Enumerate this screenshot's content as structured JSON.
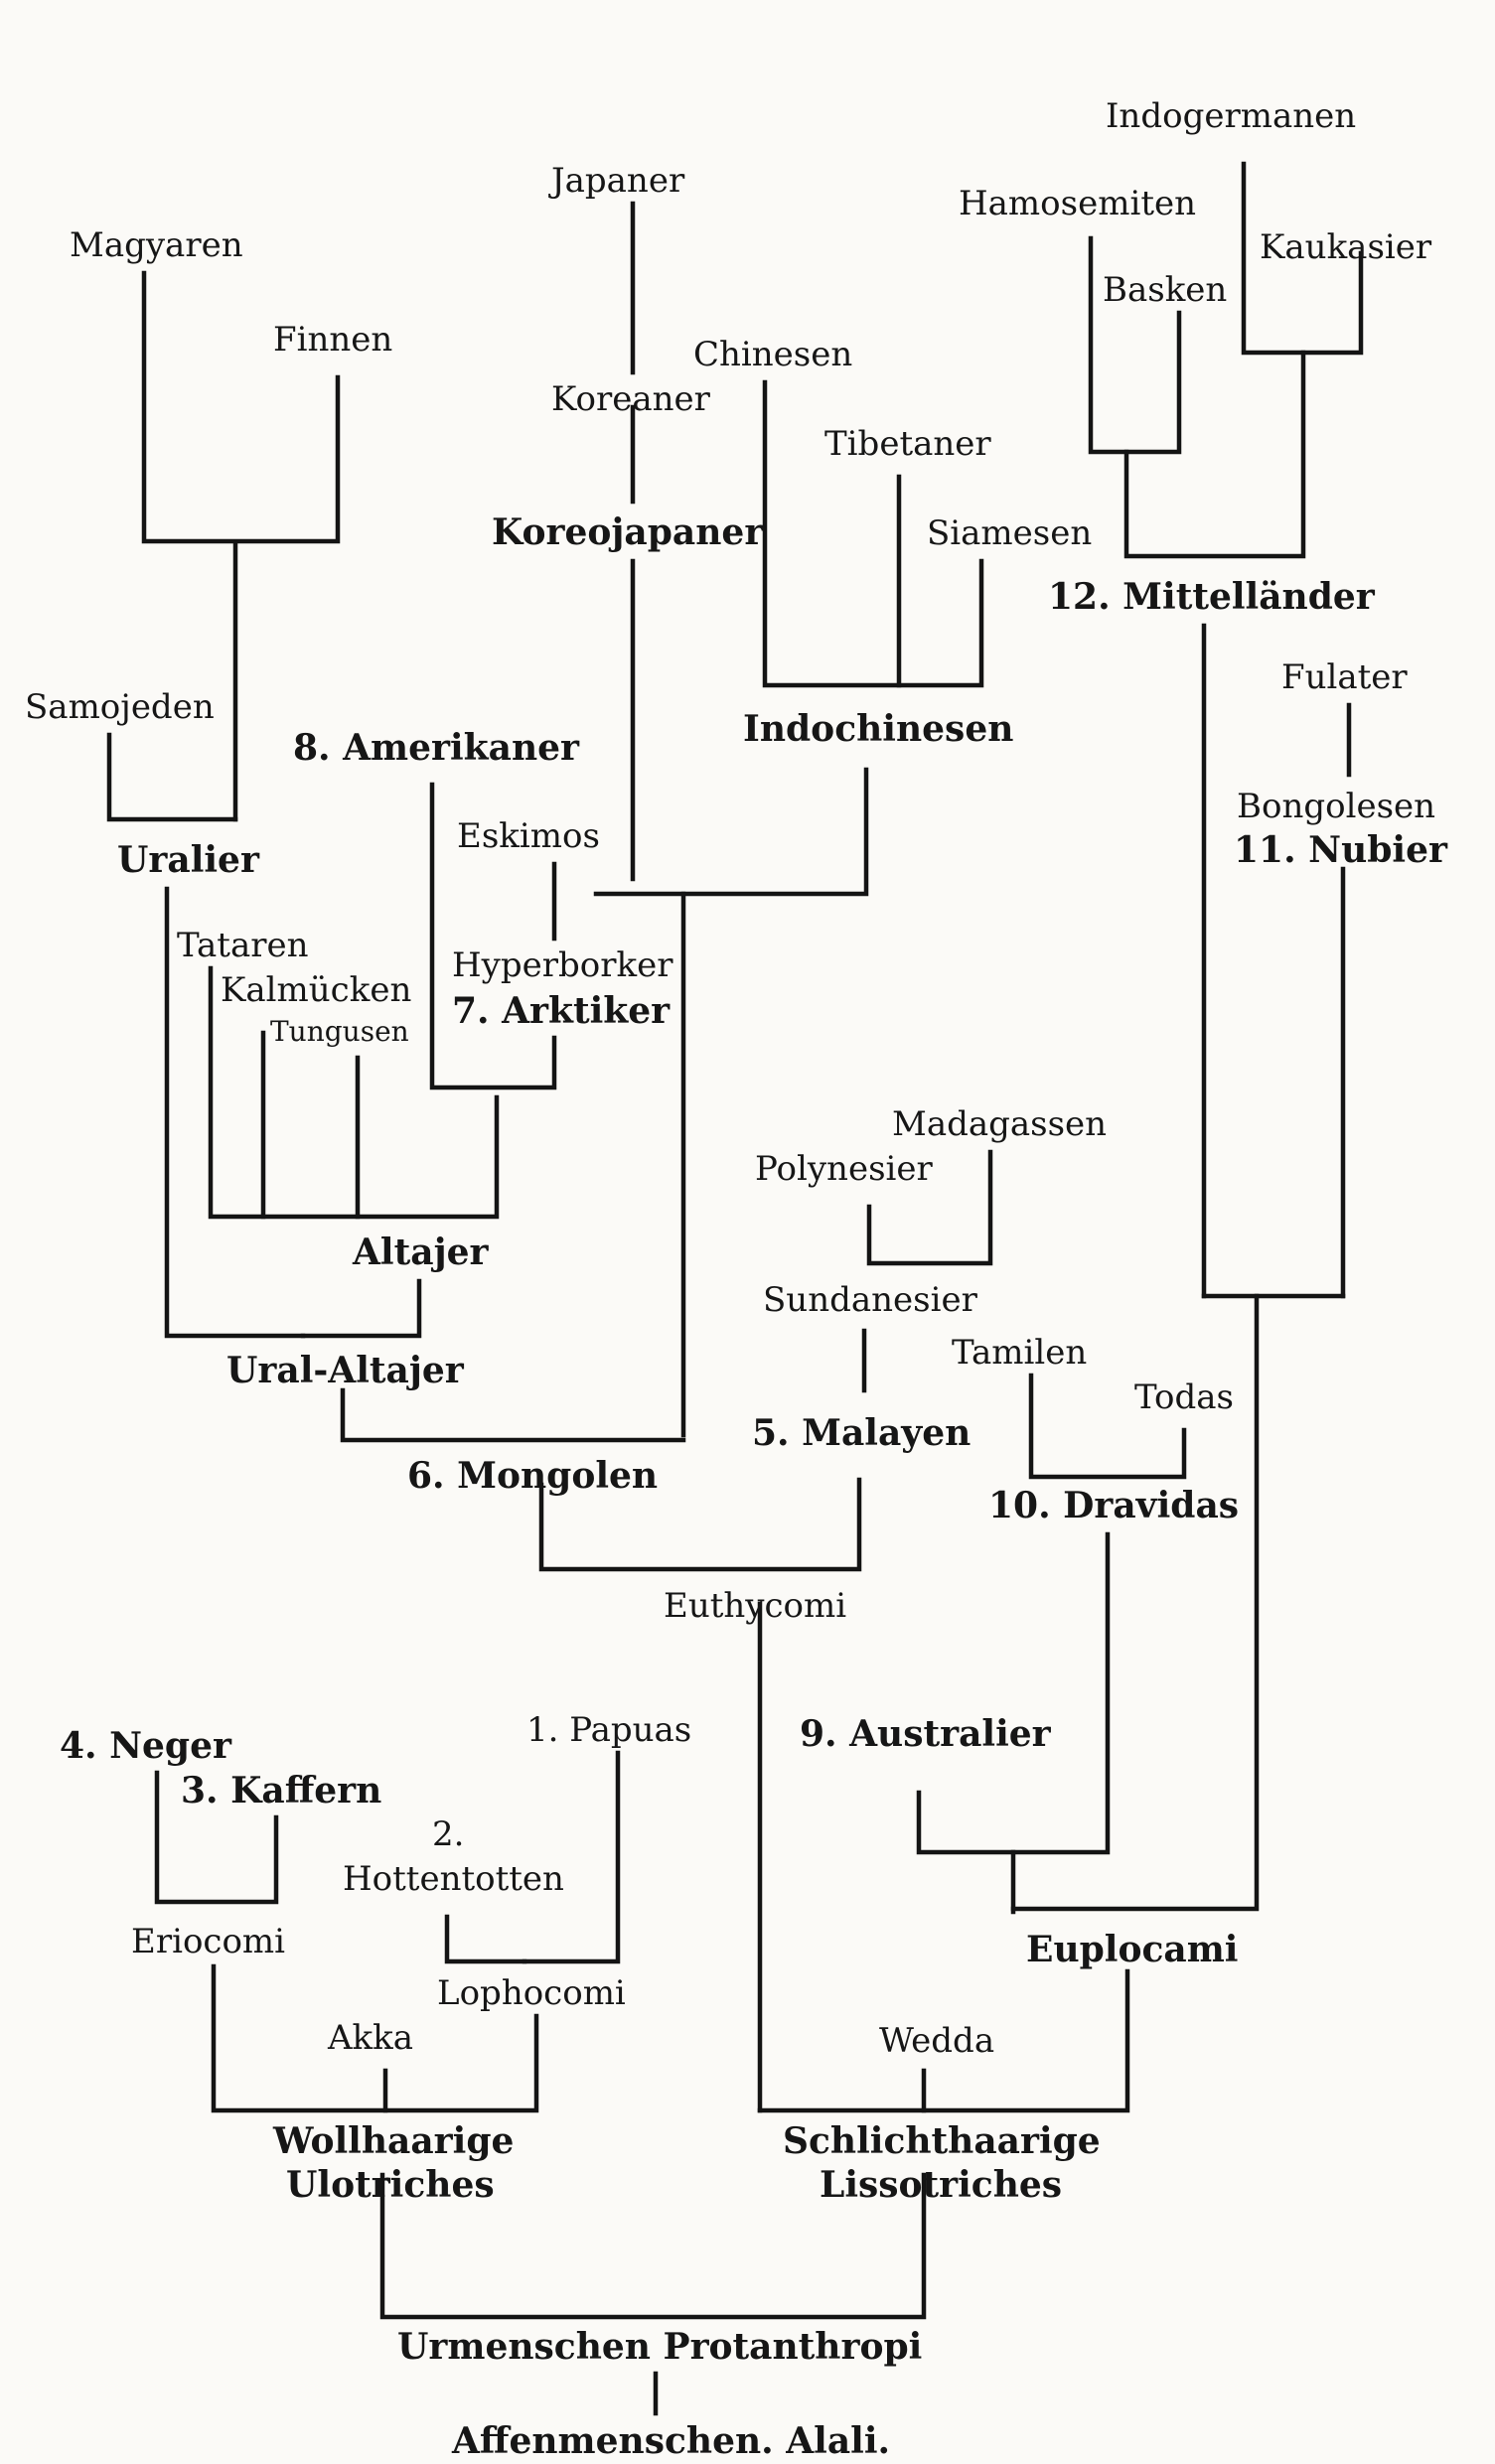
{
  "labels": {
    "indogermanen": "Indogermanen",
    "hamosemiten": "Hamosemiten",
    "kaukasier": "Kaukasier",
    "basken": "Basken",
    "mittellaender": "12. Mittelländer",
    "fulater": "Fulater",
    "bongolesen": "Bongolesen",
    "nubier": "11. Nubier",
    "japaner": "Japaner",
    "koreaner": "Koreaner",
    "koreojapaner": "Koreojapaner",
    "chinesen": "Chinesen",
    "tibetaner": "Tibetaner",
    "siamesen": "Siamesen",
    "indochinesen": "Indochinesen",
    "magyaren": "Magyaren",
    "finnen": "Finnen",
    "samojeden": "Samojeden",
    "uralier": "Uralier",
    "amerikaner": "8. Amerikaner",
    "eskimos": "Eskimos",
    "hyperborker": "Hyperborker",
    "arktiker": "7. Arktiker",
    "tataren": "Tataren",
    "kalmuecken": "Kalmücken",
    "tungusen": "Tungusen",
    "altajer": "Altajer",
    "ural_altajer": "Ural-Altajer",
    "mongolen": "6. Mongolen",
    "madagassen": "Madagassen",
    "polynesier": "Polynesier",
    "sundanesier": "Sundanesier",
    "malayen": "5. Malayen",
    "tamilen": "Tamilen",
    "todas": "Todas",
    "dravidas": "10. Dravidas",
    "euthycomi": "Euthycomi",
    "neger": "4. Neger",
    "kaffern": "3. Kaffern",
    "papuas": "1. Papuas",
    "hottentotten_num": "2.",
    "hottentotten": "Hottentotten",
    "australier": "9. Australier",
    "eriocomi": "Eriocomi",
    "lophocomi": "Lophocomi",
    "euplocami": "Euplocami",
    "akka": "Akka",
    "wedda": "Wedda",
    "wollhaarige": "Wollhaarige",
    "ulotriches": "Ulotriches",
    "schlichthaarige": "Schlichthaarige",
    "lissotriches": "Lissotriches",
    "urmenschen": "Urmenschen Protanthropi",
    "affenmenschen": "Affenmenschen. Alali."
  }
}
